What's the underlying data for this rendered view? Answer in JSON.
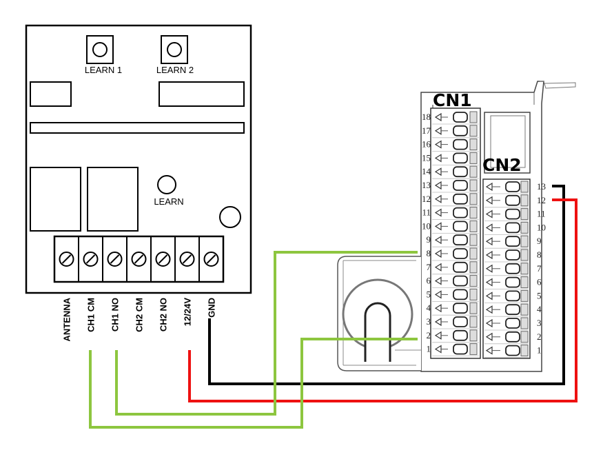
{
  "receiver": {
    "button_learn1": "LEARN 1",
    "button_learn2": "LEARN 2",
    "button_learn": "LEARN",
    "terminals": [
      "ANTENNA",
      "CH1 CM",
      "CH1 NO",
      "CH2 CM",
      "CH2 NO",
      "12/24V",
      "GND"
    ]
  },
  "controller": {
    "cn1_label": "CN1",
    "cn2_label": "CN2",
    "cn1_pins": [
      "18",
      "17",
      "16",
      "15",
      "14",
      "13",
      "12",
      "11",
      "10",
      "9",
      "8",
      "7",
      "6",
      "5",
      "4",
      "3",
      "2",
      "1"
    ],
    "cn2_pins": [
      "13",
      "12",
      "11",
      "10",
      "9",
      "8",
      "7",
      "6",
      "5",
      "4",
      "3",
      "2",
      "1"
    ]
  },
  "wires": [
    {
      "from": "CH1 CM",
      "to": "CN1 2",
      "color": "#8dc63f"
    },
    {
      "from": "CH1 NO",
      "to": "CN1 8",
      "color": "#8dc63f"
    },
    {
      "from": "12/24V",
      "to": "CN2 12",
      "color": "#ee1111"
    },
    {
      "from": "GND",
      "to": "CN2 13",
      "color": "#000000"
    }
  ]
}
